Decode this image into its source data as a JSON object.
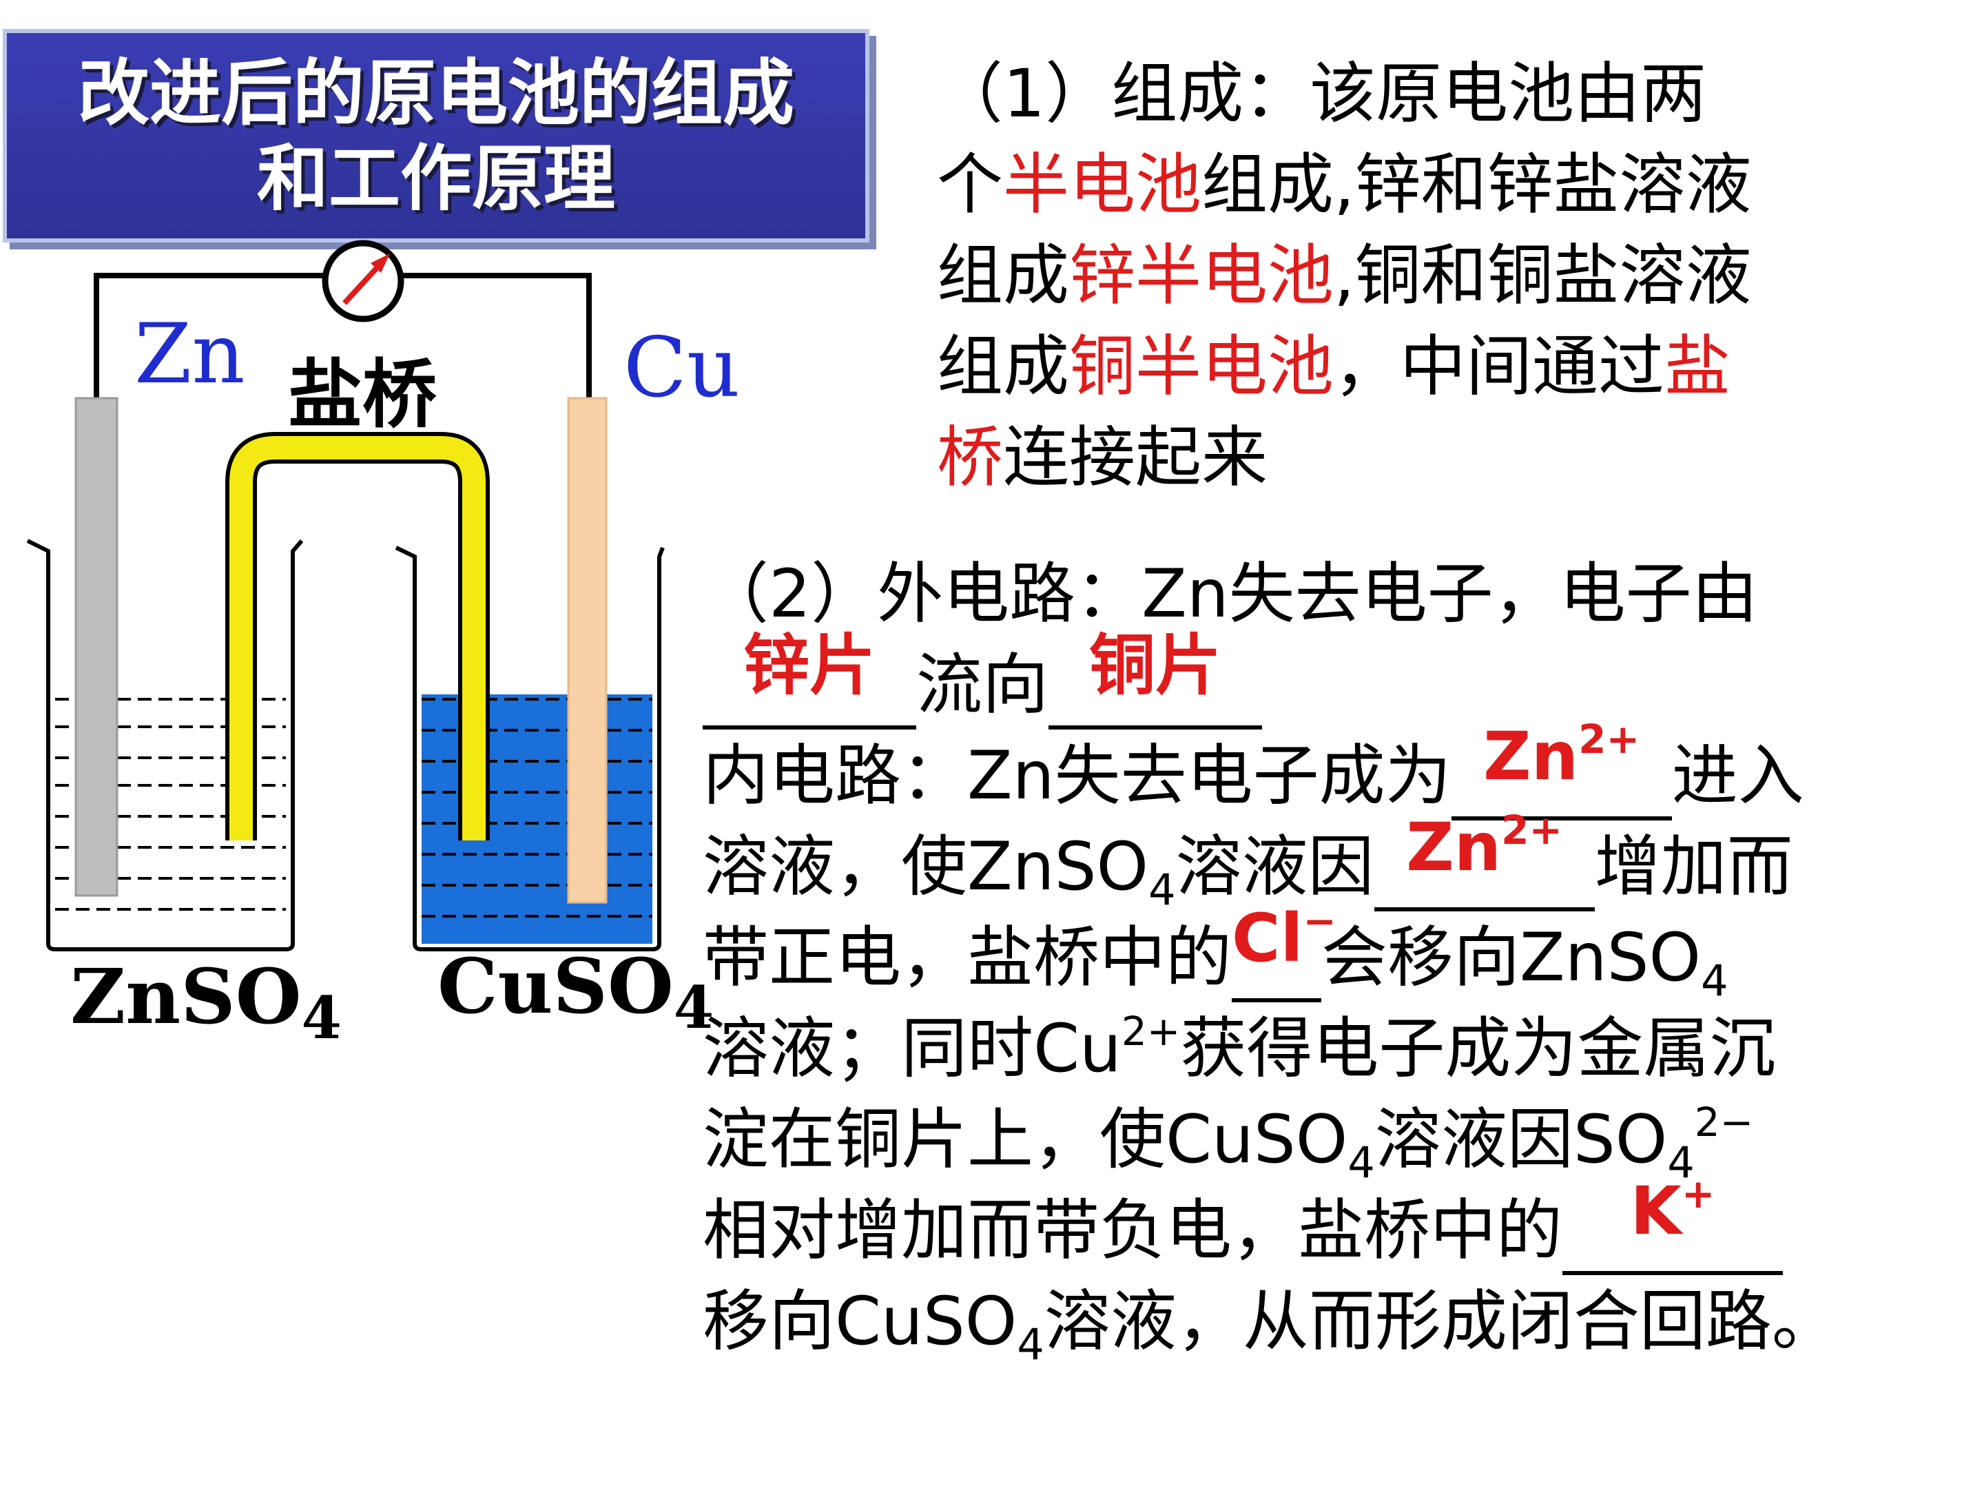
{
  "title": {
    "line1": "改进后的原电池的组成",
    "line2": "和工作原理"
  },
  "diagram": {
    "zn_label": "Zn",
    "cu_label": "Cu",
    "salt_bridge_label": "盐桥",
    "left_solution": "ZnSO",
    "left_solution_sub": "4",
    "right_solution": "CuSO",
    "right_solution_sub": "4"
  },
  "para1": {
    "l1": "（1）组成：该原电池由两",
    "l2a": "个",
    "l2b": "半电池",
    "l2c": "组成,锌和锌盐溶液",
    "l3a": "组成",
    "l3b": "锌半电池",
    "l3c": ",铜和铜盐溶液",
    "l4a": "组成",
    "l4b": "铜半电池",
    "l4c": "，中间通过",
    "l4d": "盐",
    "l5a": "桥",
    "l5b": "连接起来"
  },
  "para2": {
    "l1": "（2）外电路：Zn失去电子，电子由",
    "ans_zinc_sheet": "锌片",
    "l2_flow": "流向",
    "ans_copper_sheet": "铜片",
    "l3a": "内电路：Zn失去电子成为",
    "ans_zn_ion_1": "Zn",
    "ans_zn_ion_1_sup": "2+",
    "l3b": "进入",
    "l4a": "溶液，使ZnSO",
    "l4a_sub": "4",
    "l4b": "溶液因",
    "ans_zn_ion_2": "Zn",
    "ans_zn_ion_2_sup": "2+",
    "l4c": "增加而",
    "l5a": "带正电，盐桥中的",
    "ans_cl": "Cl",
    "ans_cl_sup": "−",
    "l5b": "会移向ZnSO",
    "l5b_sub": "4",
    "l6a": "溶液；同时Cu",
    "l6a_sup": "2+",
    "l6b": "获得电子成为金属沉",
    "l7a": "淀在铜片上，使CuSO",
    "l7a_sub": "4",
    "l7b": "溶液因SO",
    "l7b_sub": "4",
    "l7b_sup": "2−",
    "l8a": "相对增加而带负电，盐桥中的",
    "ans_k": "K",
    "ans_k_sup": "+",
    "l9a": "移向CuSO",
    "l9a_sub": "4",
    "l9b": "溶液，从而形成闭合回路。"
  },
  "colors": {
    "title_bg": "#3236a0",
    "red_text": "#e01b1b",
    "cuso4_solution": "#1b6fd8",
    "salt_bridge": "#f2ea12",
    "cu_electrode": "#f6d2a6",
    "zn_electrode": "#bdbdbd",
    "wire": "#000000",
    "zn_label": "#1f2ccf",
    "cu_label": "#1f2ccf"
  }
}
